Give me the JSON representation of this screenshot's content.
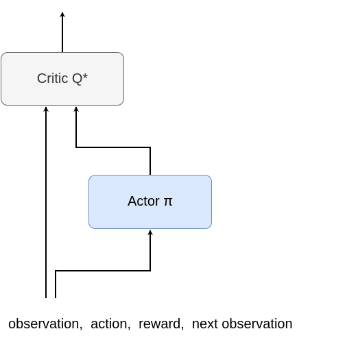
{
  "nodes": {
    "critic": {
      "label": "Critic Q*",
      "fill": "#f5f5f5",
      "stroke": "#666666",
      "text_color": "#333333"
    },
    "actor": {
      "label": "Actor π",
      "fill": "#dae8fc",
      "stroke": "#6c8ebf",
      "text_color": "#000000"
    }
  },
  "inputs": {
    "label": "observation,  action,  reward,  next observation"
  },
  "edges": [
    {
      "from": "critic",
      "to": "output"
    },
    {
      "from": "inputs",
      "to": "critic"
    },
    {
      "from": "actor",
      "to": "critic"
    },
    {
      "from": "inputs",
      "to": "actor"
    }
  ],
  "colors": {
    "edge": "#000000",
    "background": "#ffffff"
  }
}
